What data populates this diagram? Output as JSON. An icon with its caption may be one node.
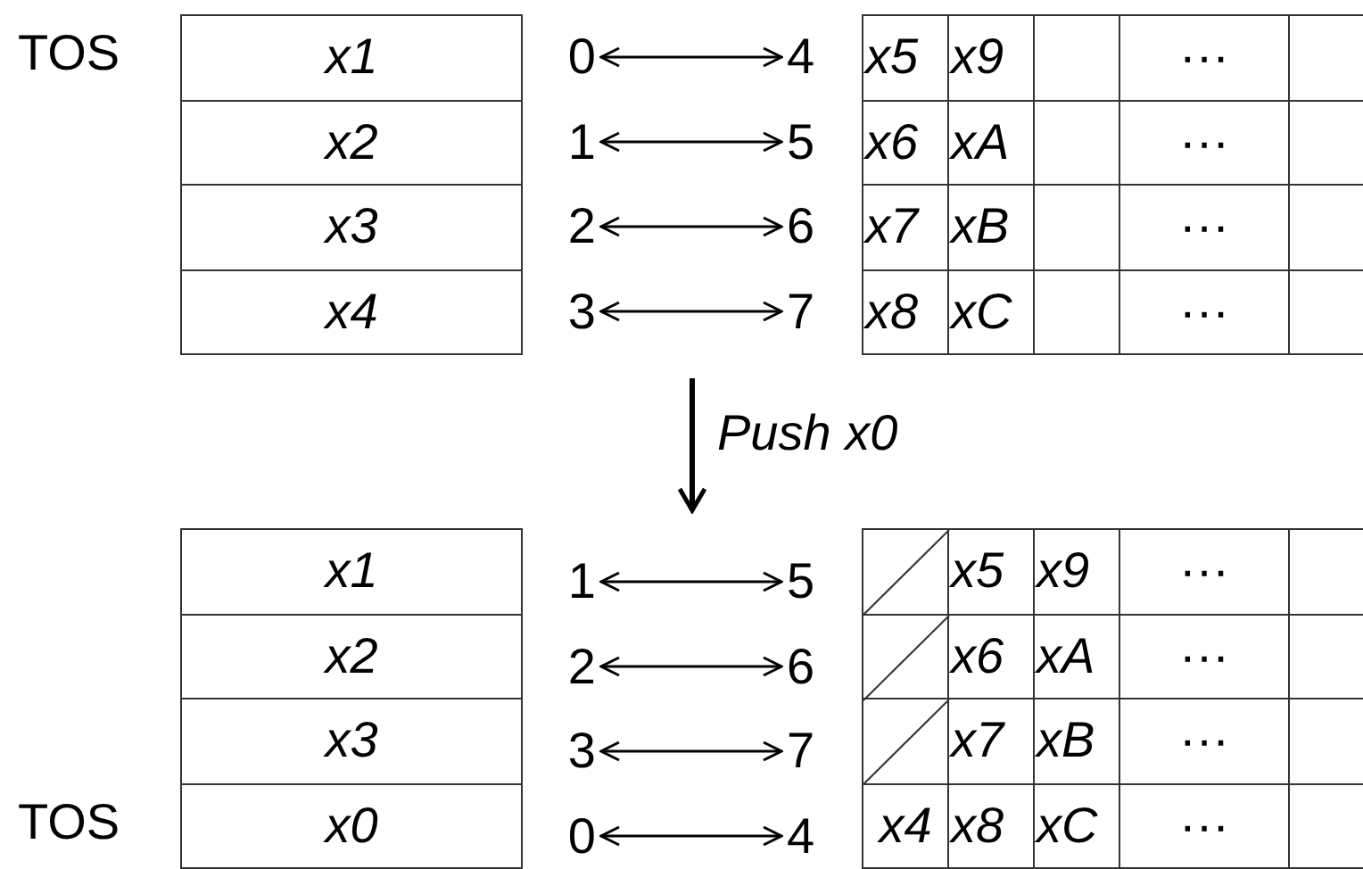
{
  "diagram": {
    "nodes": [
      {
        "text": [
          "0"
        ]
      },
      {
        "text": [
          "4"
        ]
      },
      {
        "text": [
          "1"
        ]
      },
      {
        "text": [
          "5"
        ]
      },
      {
        "text": [
          "2"
        ]
      },
      {
        "text": [
          "6"
        ]
      },
      {
        "text": [
          "3"
        ]
      },
      {
        "text": [
          "7"
        ]
      },
      {
        "text": [
          "1"
        ]
      },
      {
        "text": [
          "5"
        ]
      },
      {
        "text": [
          "2"
        ]
      },
      {
        "text": [
          "6"
        ]
      },
      {
        "text": [
          "3"
        ]
      },
      {
        "text": [
          "7"
        ]
      },
      {
        "text": [
          "0"
        ]
      },
      {
        "text": [
          "4"
        ]
      }
    ],
    "edges": [
      {
        "from": 0,
        "to": 1,
        "arrow": "both"
      },
      {
        "from": 2,
        "to": 3,
        "arrow": "both"
      },
      {
        "from": 4,
        "to": 5,
        "arrow": "both"
      },
      {
        "from": 6,
        "to": 7,
        "arrow": "both"
      },
      {
        "from": 8,
        "to": 9,
        "arrow": "both"
      },
      {
        "from": 10,
        "to": 11,
        "arrow": "both"
      },
      {
        "from": 12,
        "to": 13,
        "arrow": "both"
      },
      {
        "from": 14,
        "to": 15,
        "arrow": "both"
      }
    ],
    "labels": [
      "TOS",
      "x1",
      "x5",
      "x9",
      "···",
      "x2",
      "x6",
      "xA",
      "···",
      "x3",
      "x7",
      "xB",
      "···",
      "x4",
      "x8",
      "xC",
      "···",
      "Push x0",
      "x1",
      "x5",
      "x9",
      "···",
      "x2",
      "x6",
      "xA",
      "···",
      "x3",
      "x7",
      "xB",
      "···",
      "TOS",
      "x0",
      "x4",
      "x8",
      "xC",
      "···"
    ]
  }
}
